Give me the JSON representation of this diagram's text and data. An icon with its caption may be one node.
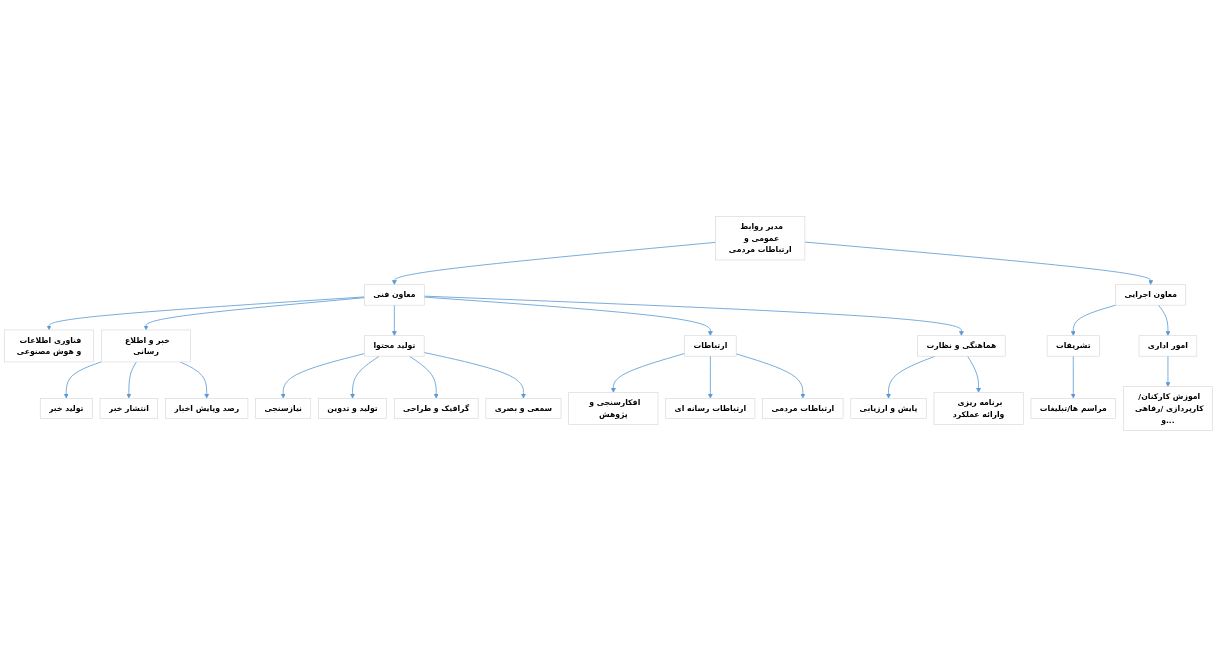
{
  "diagram": {
    "nodes": [
      {
        "text": [
          "مدیر روابط عمومی و ارتباطات مردمی"
        ]
      },
      {
        "text": [
          "معاون فنی"
        ]
      },
      {
        "text": [
          "معاون اجرایی"
        ]
      },
      {
        "text": [
          "فناوری اطلاعات و هوش مصنوعی"
        ]
      },
      {
        "text": [
          "خبر و اطلاع رسانی"
        ]
      },
      {
        "text": [
          "تولید محتوا"
        ]
      },
      {
        "text": [
          "ارتباطات"
        ]
      },
      {
        "text": [
          "هماهنگی و نظارت"
        ]
      },
      {
        "text": [
          "تشریفات"
        ]
      },
      {
        "text": [
          "امور اداری"
        ]
      },
      {
        "text": [
          "تولید خبر"
        ]
      },
      {
        "text": [
          "انتشار خبر"
        ]
      },
      {
        "text": [
          "رصد وپایش اخبار"
        ]
      },
      {
        "text": [
          "نیازسنجی"
        ]
      },
      {
        "text": [
          "تولید و تدوین"
        ]
      },
      {
        "text": [
          "گرافیک و طراحی"
        ]
      },
      {
        "text": [
          "سمعی و بصری"
        ]
      },
      {
        "text": [
          "افکارسنجی و پژوهش"
        ]
      },
      {
        "text": [
          "ارتباطات رسانه ای"
        ]
      },
      {
        "text": [
          "ارتباطات مردمی"
        ]
      },
      {
        "text": [
          "پایش و ارزیابی"
        ]
      },
      {
        "text": [
          "برنامه ریزی وارائه عملکرد"
        ]
      },
      {
        "text": [
          "مراسم ها/تبلیغات"
        ]
      },
      {
        "text": [
          "اموزش کارکنان/ کارپردازی /رفاهی و..."
        ]
      }
    ],
    "edges": [
      {
        "from": 0,
        "to": 1,
        "arrow": "to"
      },
      {
        "from": 0,
        "to": 2,
        "arrow": "to"
      },
      {
        "from": 1,
        "to": 3,
        "arrow": "to"
      },
      {
        "from": 1,
        "to": 4,
        "arrow": "to"
      },
      {
        "from": 1,
        "to": 5,
        "arrow": "to"
      },
      {
        "from": 1,
        "to": 6,
        "arrow": "to"
      },
      {
        "from": 1,
        "to": 7,
        "arrow": "to"
      },
      {
        "from": 2,
        "to": 8,
        "arrow": "to"
      },
      {
        "from": 2,
        "to": 9,
        "arrow": "to"
      },
      {
        "from": 4,
        "to": 10,
        "arrow": "to"
      },
      {
        "from": 4,
        "to": 11,
        "arrow": "to"
      },
      {
        "from": 4,
        "to": 12,
        "arrow": "to"
      },
      {
        "from": 5,
        "to": 13,
        "arrow": "to"
      },
      {
        "from": 5,
        "to": 14,
        "arrow": "to"
      },
      {
        "from": 5,
        "to": 15,
        "arrow": "to"
      },
      {
        "from": 5,
        "to": 16,
        "arrow": "to"
      },
      {
        "from": 6,
        "to": 17,
        "arrow": "to"
      },
      {
        "from": 6,
        "to": 18,
        "arrow": "to"
      },
      {
        "from": 6,
        "to": 19,
        "arrow": "to"
      },
      {
        "from": 7,
        "to": 20,
        "arrow": "to"
      },
      {
        "from": 7,
        "to": 21,
        "arrow": "to"
      },
      {
        "from": 8,
        "to": 22,
        "arrow": "to"
      },
      {
        "from": 9,
        "to": 23,
        "arrow": "to"
      }
    ]
  }
}
